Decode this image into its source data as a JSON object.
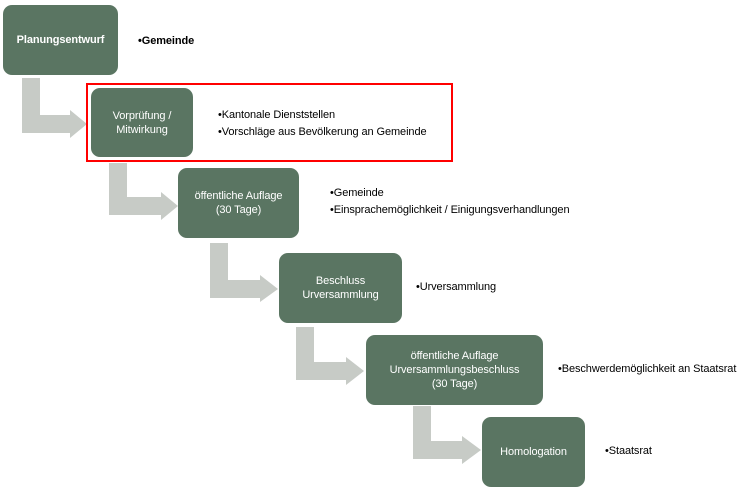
{
  "colors": {
    "step_fill": "#5a7562",
    "arrow_fill": "#c7cbc6",
    "highlight_border": "#ff0000",
    "note_text": "#000000"
  },
  "steps": [
    {
      "lines": [
        "Planungsentwurf"
      ],
      "notes": [
        "•Gemeinde"
      ]
    },
    {
      "lines": [
        "Vorprüfung /",
        "Mitwirkung"
      ],
      "notes": [
        "•Kantonale Dienststellen",
        "•Vorschläge aus Bevölkerung an Gemeinde"
      ],
      "highlighted": true
    },
    {
      "lines": [
        "öffentliche Auflage",
        "(30 Tage)"
      ],
      "notes": [
        "•Gemeinde",
        "•Einsprachemöglichkeit / Einigungsverhandlungen"
      ]
    },
    {
      "lines": [
        "Beschluss",
        "Urversammlung"
      ],
      "notes": [
        "•Urversammlung"
      ]
    },
    {
      "lines": [
        "öffentliche Auflage",
        "Urversammlungsbeschluss",
        "(30 Tage)"
      ],
      "notes": [
        "•Beschwerdemöglichkeit an Staatsrat"
      ]
    },
    {
      "lines": [
        "Homologation"
      ],
      "notes": [
        "•Staatsrat"
      ]
    }
  ]
}
